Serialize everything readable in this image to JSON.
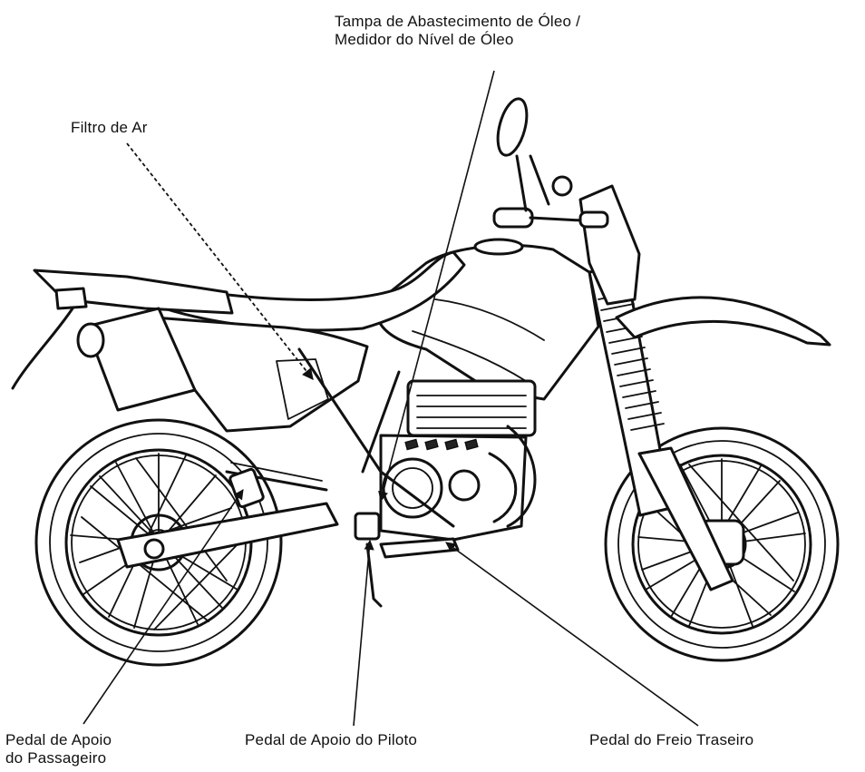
{
  "labels": {
    "oil_cap": [
      "Tampa de Abastecimento de Óleo /",
      "Medidor do Nível de Óleo"
    ],
    "air_filter": [
      "Filtro de Ar"
    ],
    "passenger_peg": [
      "Pedal de Apoio",
      "do Passageiro"
    ],
    "rider_peg": [
      "Pedal de Apoio do Piloto"
    ],
    "rear_brake": [
      "Pedal do Freio Traseiro"
    ]
  }
}
